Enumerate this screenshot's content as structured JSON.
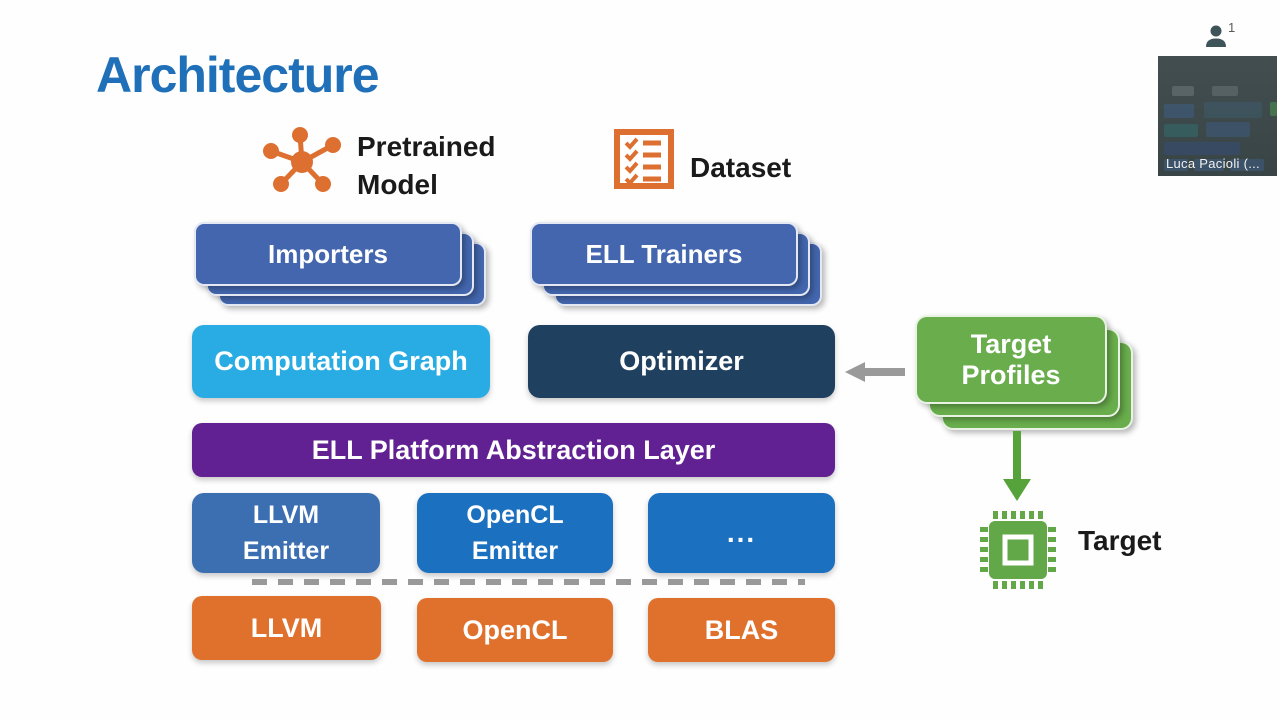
{
  "title": "Architecture",
  "inputs": {
    "pretrained": {
      "line1": "Pretrained",
      "line2": "Model",
      "icon": "network-icon"
    },
    "dataset": {
      "label": "Dataset",
      "icon": "checklist-icon"
    }
  },
  "pipeline": {
    "importers": "Importers",
    "trainers": "ELL Trainers",
    "computation_graph": "Computation Graph",
    "optimizer": "Optimizer",
    "platform_layer": "ELL Platform Abstraction Layer",
    "emitters": [
      {
        "line1": "LLVM",
        "line2": "Emitter"
      },
      {
        "line1": "OpenCL",
        "line2": "Emitter"
      },
      {
        "line1": "...",
        "line2": ""
      }
    ],
    "backends": [
      "LLVM",
      "OpenCL",
      "BLAS"
    ]
  },
  "target": {
    "profiles": {
      "line1": "Target",
      "line2": "Profiles"
    },
    "label": "Target",
    "chip_icon": "chip-icon"
  },
  "webcam": {
    "participant_count": "1",
    "name": "Luca Pacioli (..."
  },
  "colors": {
    "title_blue": "#1F70B8",
    "stack_blue": "#4366AE",
    "cyan": "#29ACE3",
    "navy": "#204060",
    "purple": "#622192",
    "emitter_blue_light": "#3B6FB2",
    "emitter_blue": "#1B70C0",
    "orange": "#E0712C",
    "green": "#69AD4C",
    "arrow_gray": "#9A9A9A",
    "arrow_green": "#56A33C",
    "icon_orange": "#DD7030"
  }
}
